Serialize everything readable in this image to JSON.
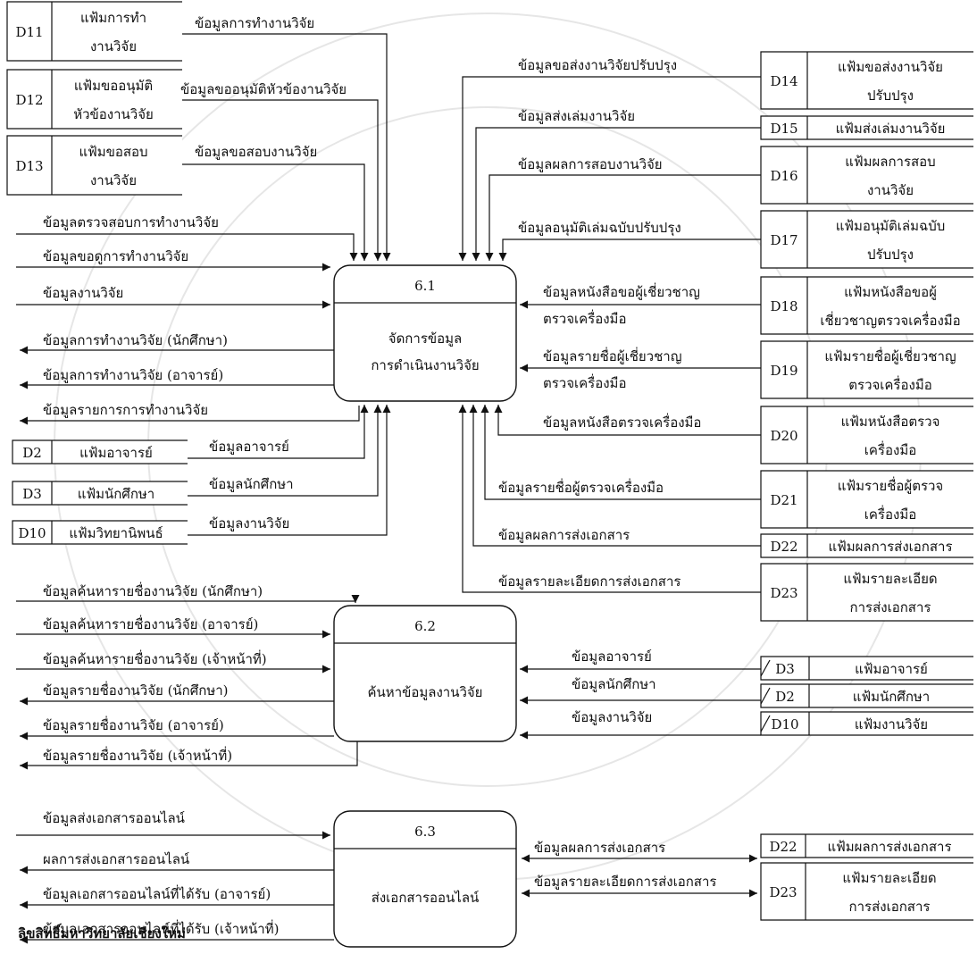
{
  "processes": [
    {
      "id": "6.1",
      "name_lines": [
        "จัดการข้อมูล",
        "การดำเนินงานวิจัย"
      ]
    },
    {
      "id": "6.2",
      "name_lines": [
        "ค้นหาข้อมูลงานวิจัย"
      ]
    },
    {
      "id": "6.3",
      "name_lines": [
        "ส่งเอกสารออนไลน์"
      ]
    }
  ],
  "stores": {
    "d11": {
      "id": "D11",
      "name_lines": [
        "แฟ้มการทำ",
        "งานวิจัย"
      ]
    },
    "d12": {
      "id": "D12",
      "name_lines": [
        "แฟ้มขออนุมัติ",
        "หัวข้องานวิจัย"
      ]
    },
    "d13": {
      "id": "D13",
      "name_lines": [
        "แฟ้มขอสอบ",
        "งานวิจัย"
      ]
    },
    "d2a": {
      "id": "D2",
      "name_lines": [
        "แฟ้มอาจารย์"
      ]
    },
    "d3a": {
      "id": "D3",
      "name_lines": [
        "แฟ้มนักศึกษา"
      ]
    },
    "d10a": {
      "id": "D10",
      "name_lines": [
        "แฟ้มวิทยานิพนธ์"
      ]
    },
    "d14": {
      "id": "D14",
      "name_lines": [
        "แฟ้มขอส่งงานวิจัย",
        "ปรับปรุง"
      ]
    },
    "d15": {
      "id": "D15",
      "name_lines": [
        "แฟ้มส่งเล่มงานวิจัย"
      ]
    },
    "d16": {
      "id": "D16",
      "name_lines": [
        "แฟ้มผลการสอบ",
        "งานวิจัย"
      ]
    },
    "d17": {
      "id": "D17",
      "name_lines": [
        "แฟ้มอนุมัติเล่มฉบับ",
        "ปรับปรุง"
      ]
    },
    "d18": {
      "id": "D18",
      "name_lines": [
        "แฟ้มหนังสือขอผู้",
        "เชี่ยวชาญตรวจเครื่องมือ"
      ]
    },
    "d19": {
      "id": "D19",
      "name_lines": [
        "แฟ้มรายชื่อผู้เชี่ยวชาญ",
        "ตรวจเครื่องมือ"
      ]
    },
    "d20": {
      "id": "D20",
      "name_lines": [
        "แฟ้มหนังสือตรวจ",
        "เครื่องมือ"
      ]
    },
    "d21": {
      "id": "D21",
      "name_lines": [
        "แฟ้มรายชื่อผู้ตรวจ",
        "เครื่องมือ"
      ]
    },
    "d22a": {
      "id": "D22",
      "name_lines": [
        "แฟ้มผลการส่งเอกสาร"
      ]
    },
    "d23a": {
      "id": "D23",
      "name_lines": [
        "แฟ้มรายละเอียด",
        "การส่งเอกสาร"
      ]
    },
    "d3b": {
      "id": "D3",
      "name_lines": [
        "แฟ้มอาจารย์"
      ]
    },
    "d2b": {
      "id": "D2",
      "name_lines": [
        "แฟ้มนักศึกษา"
      ]
    },
    "d10b": {
      "id": "D10",
      "name_lines": [
        "แฟ้มงานวิจัย"
      ]
    },
    "d22b": {
      "id": "D22",
      "name_lines": [
        "แฟ้มผลการส่งเอกสาร"
      ]
    },
    "d23b": {
      "id": "D23",
      "name_lines": [
        "แฟ้มรายละเอียด",
        "การส่งเอกสาร"
      ]
    }
  },
  "flows": {
    "d11": "ข้อมูลการทำงานวิจัย",
    "d12": "ข้อมูลขออนุมัติหัวข้องานวิจัย",
    "d13": "ข้อมูลขอสอบงานวิจัย",
    "in1": "ข้อมูลตรวจสอบการทำงานวิจัย",
    "in2": "ข้อมูลขอดูการทำงานวิจัย",
    "in3": "ข้อมูลงานวิจัย",
    "out1": "ข้อมูลการทำงานวิจัย (นักศึกษา)",
    "out2": "ข้อมูลการทำงานวิจัย (อาจารย์)",
    "out3": "ข้อมูลรายการการทำงานวิจัย",
    "d2a": "ข้อมูลอาจารย์",
    "d3a": "ข้อมูลนักศึกษา",
    "d10a": "ข้อมูลงานวิจัย",
    "d14": "ข้อมูลขอส่งงานวิจัยปรับปรุง",
    "d15": "ข้อมูลส่งเล่มงานวิจัย",
    "d16": "ข้อมูลผลการสอบงานวิจัย",
    "d17": "ข้อมูลอนุมัติเล่มฉบับปรับปรุง",
    "d18_lines": [
      "ข้อมูลหนังสือขอผู้เชี่ยวชาญ",
      "ตรวจเครื่องมือ"
    ],
    "d19_lines": [
      "ข้อมูลรายชื่อผู้เชี่ยวชาญ",
      "ตรวจเครื่องมือ"
    ],
    "d20": "ข้อมูลหนังสือตรวจเครื่องมือ",
    "d21": "ข้อมูลรายชื่อผู้ตรวจเครื่องมือ",
    "d22a": "ข้อมูลผลการส่งเอกสาร",
    "d23a": "ข้อมูลรายละเอียดการส่งเอกสาร",
    "s1": "ข้อมูลค้นหารายชื่องานวิจัย (นักศึกษา)",
    "s2": "ข้อมูลค้นหารายชื่องานวิจัย (อาจารย์)",
    "s3": "ข้อมูลค้นหารายชื่องานวิจัย (เจ้าหน้าที่)",
    "r1": "ข้อมูลรายชื่องานวิจัย (นักศึกษา)",
    "r2": "ข้อมูลรายชื่องานวิจัย (อาจารย์)",
    "r3": "ข้อมูลรายชื่องานวิจัย (เจ้าหน้าที่)",
    "d3b": "ข้อมูลอาจารย์",
    "d2b": "ข้อมูลนักศึกษา",
    "d10b": "ข้อมูลงานวิจัย",
    "o1": "ข้อมูลส่งเอกสารออนไลน์",
    "o2": "ผลการส่งเอกสารออนไลน์",
    "o3": "ข้อมูลเอกสารออนไลน์ที่ได้รับ (อาจารย์)",
    "o4": "ข้อมูลเอกสารออนไลน์ที่ได้รับ (เจ้าหน้าที่)",
    "d22b": "ข้อมูลผลการส่งเอกสาร",
    "d23b": "ข้อมูลรายละเอียดการส่งเอกสาร"
  }
}
